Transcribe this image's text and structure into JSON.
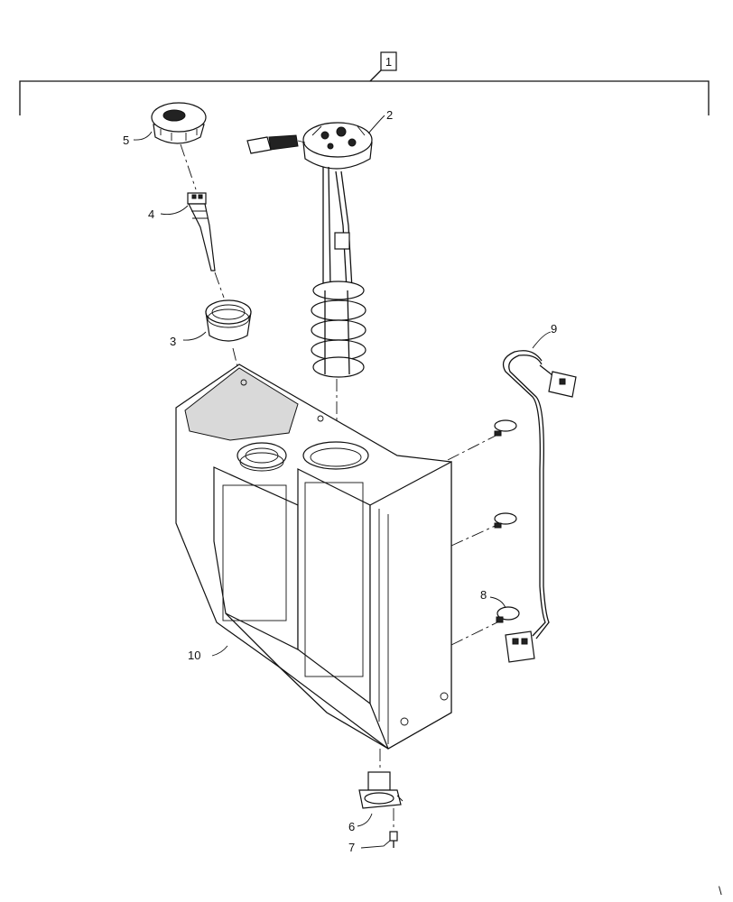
{
  "callouts": {
    "c1": "1",
    "c2": "2",
    "c3": "3",
    "c4": "4",
    "c5": "5",
    "c6": "6",
    "c7": "7",
    "c8": "8",
    "c9": "9",
    "c10": "10"
  },
  "corner_mark": "\\"
}
